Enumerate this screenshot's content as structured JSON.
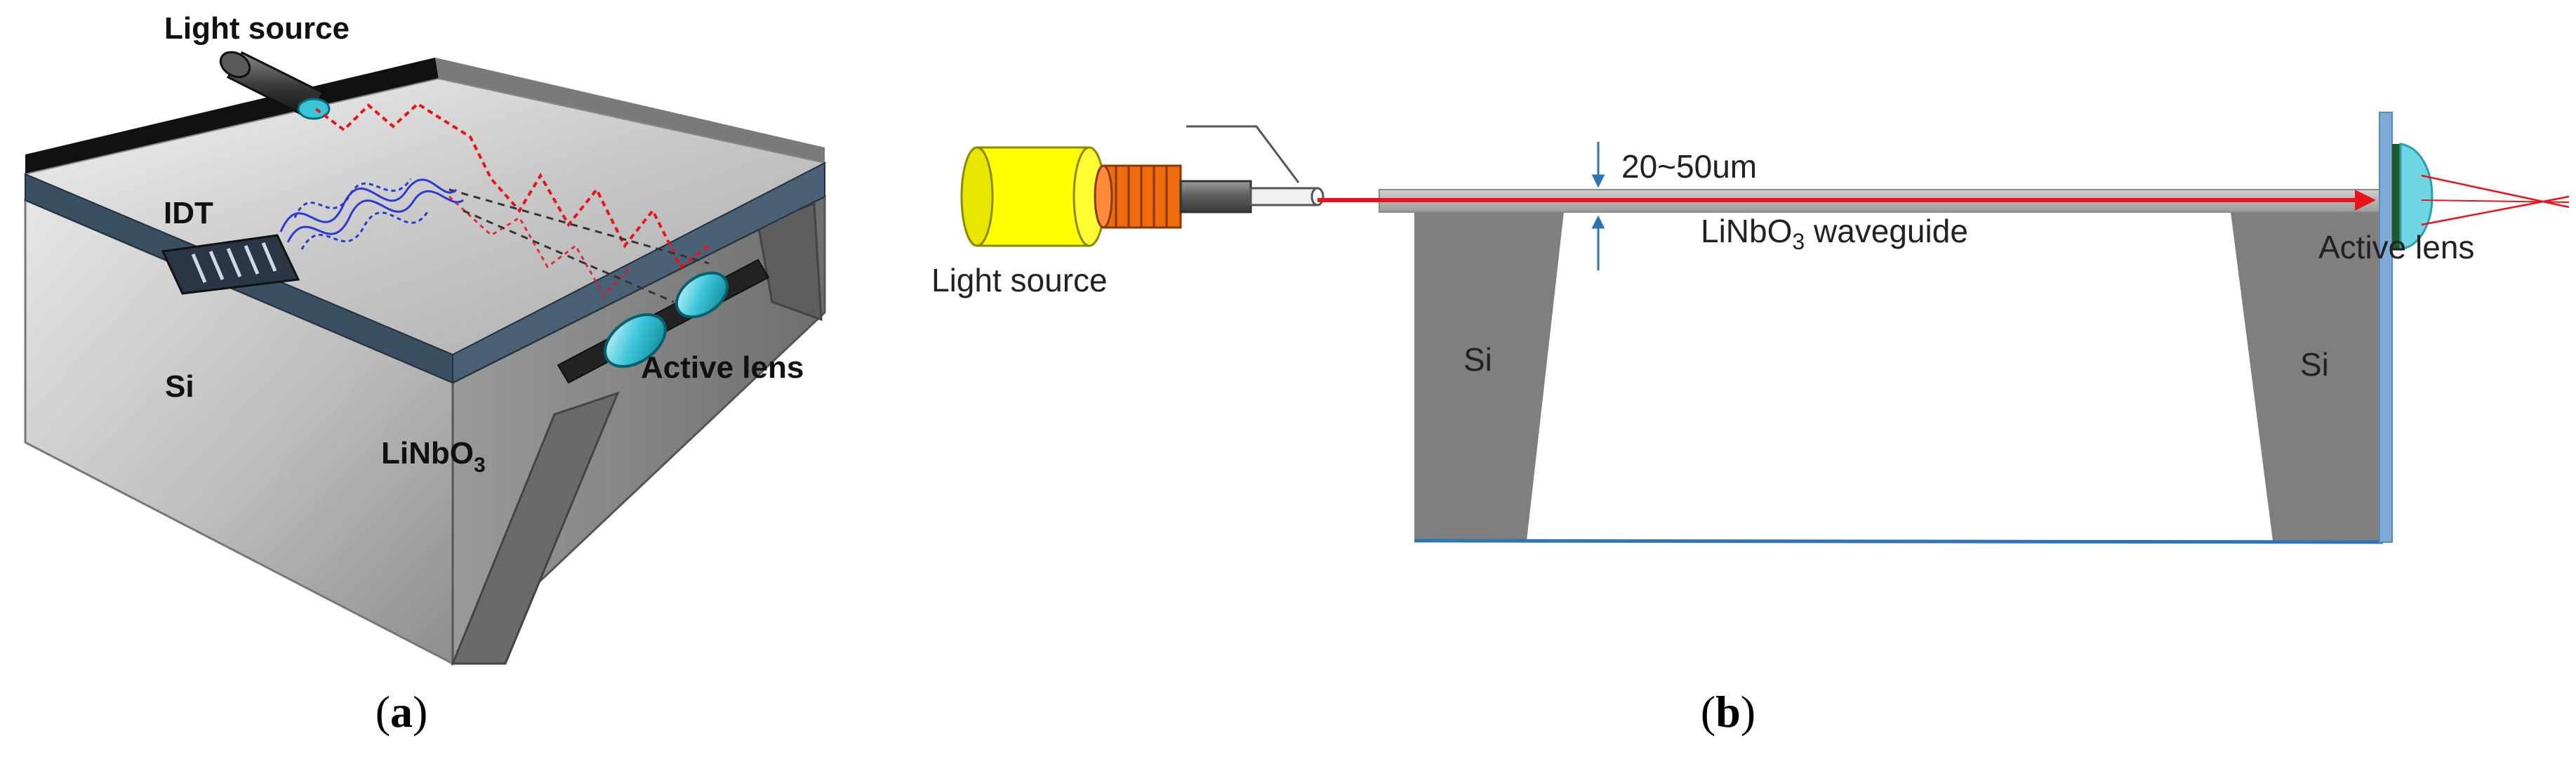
{
  "panel_a": {
    "light_source": "Light source",
    "idt": "IDT",
    "active_lens": "Active lens",
    "si": "Si",
    "linbo3_main": "LiNbO",
    "linbo3_sub": "3",
    "caption_open": "(",
    "caption_letter": "a",
    "caption_close": ")"
  },
  "panel_b": {
    "light_source": "Light source",
    "thickness": "20~50um",
    "waveguide_pre": "LiNbO",
    "waveguide_sub": "3",
    "waveguide_post": " waveguide",
    "active_lens": "Active lens",
    "si_left": "Si",
    "si_right": "Si",
    "caption_open": "(",
    "caption_letter": "b",
    "caption_close": ")"
  },
  "colors": {
    "laser": "#e8141a",
    "silicon_dark": "#7f7f7f",
    "linbo3_edge": "#3b4f63",
    "lens": "#39c4d8",
    "fiber_core": "#f06a10",
    "light_source_body": "#ffff00"
  }
}
